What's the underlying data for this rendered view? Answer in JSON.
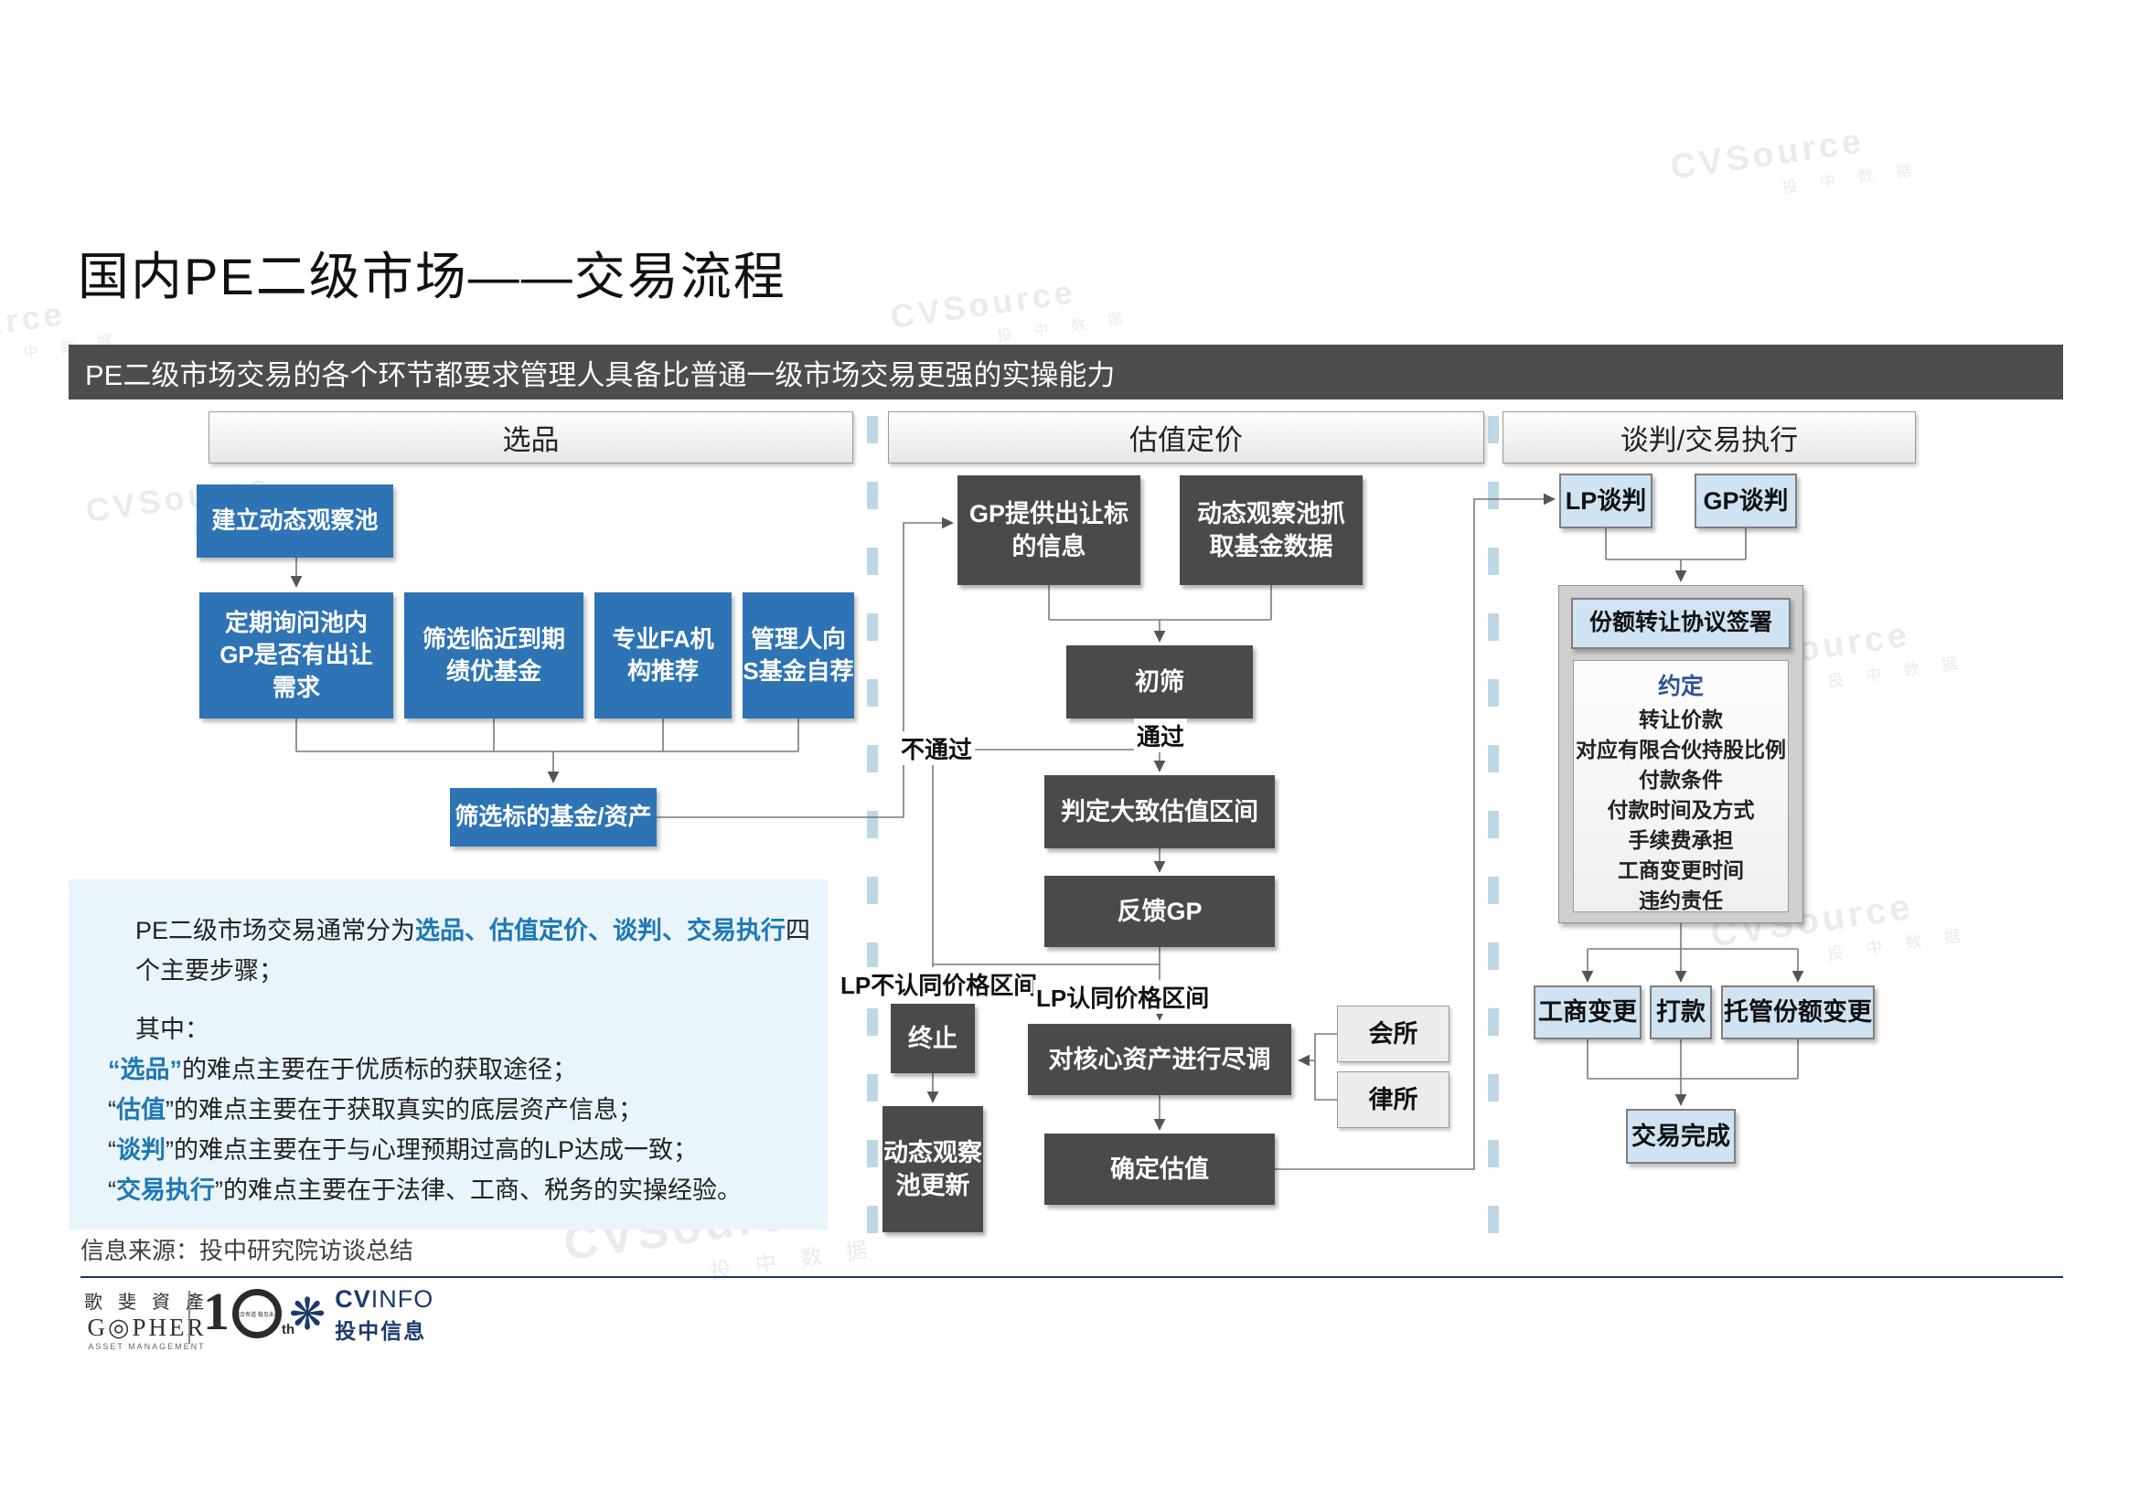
{
  "page": {
    "title": "国内PE二级市场——交易流程",
    "banner": "PE二级市场交易的各个环节都要求管理人具备比普通一级市场交易更强的实操能力",
    "source": "信息来源：投中研究院访谈总结"
  },
  "columns": [
    {
      "title": "选品"
    },
    {
      "title": "估值定价"
    },
    {
      "title": "谈判/交易执行"
    }
  ],
  "flow": {
    "c1": {
      "build_pool": "建立动态观察池",
      "ask_gp": "定期询问池内\nGP是否有出让\n需求",
      "screen_funds": "筛选临近到期\n绩优基金",
      "fa": "专业FA机\n构推荐",
      "self_rec": "管理人向\nS基金自荐",
      "target": "筛选标的基金/资产"
    },
    "c2": {
      "gp_info": "GP提供出让标\n的信息",
      "pool_grab": "动态观察池抓\n取基金数据",
      "first_screen": "初筛",
      "range": "判定大致估值区间",
      "feedback": "反馈GP",
      "terminate": "终止",
      "pool_update": "动态观察\n池更新",
      "dd": "对核心资产进行尽调",
      "acct": "会所",
      "law": "律所",
      "valuation": "确定估值"
    },
    "c3": {
      "lp": "LP谈判",
      "gp": "GP谈判",
      "agreement": "份额转让协议签署",
      "terms_title": "约定",
      "terms": [
        "转让价款",
        "对应有限合伙持股比例",
        "付款条件",
        "付款时间及方式",
        "手续费承担",
        "工商变更时间",
        "违约责任"
      ],
      "biz": "工商变更",
      "pay": "打款",
      "custody": "托管份额变更",
      "done": "交易完成"
    },
    "labels": {
      "pass": "通过",
      "fail": "不通过",
      "lp_no": "LP不认同价格区间",
      "lp_yes": "LP认同价格区间"
    }
  },
  "notes": {
    "b1_pre": "PE二级市场交易通常分为",
    "b1_em": "选品、估值定价、谈判、交易执行",
    "b1_post": "四个主要步骤；",
    "b2": "其中：",
    "items": [
      {
        "q1": "“",
        "term": "选品",
        "q2": "”",
        "rest": "的难点主要在于优质标的获取途径；"
      },
      {
        "q1": "“",
        "term": "估值",
        "q2": "”",
        "rest": "的难点主要在于获取真实的底层资产信息；"
      },
      {
        "q1": "“",
        "term": "谈判",
        "q2": "”",
        "rest": "的难点主要在于与心理预期过高的LP达成一致；"
      },
      {
        "q1": "“",
        "term": "交易执行",
        "q2": "”",
        "rest": "的难点主要在于法律、工商、税务的实操经验。"
      }
    ]
  },
  "watermark": {
    "en": "CVSource",
    "cn": "投 中 数 据"
  },
  "footer": {
    "gopher_cn": "歌 斐 資 產",
    "gopher_en": "G◎PHER",
    "gopher_sub": "ASSET  MANAGEMENT",
    "ten_digit": "1",
    "ten_suffix": "th",
    "ten_slogan": "组合有道 稳见未来",
    "cv_star": "❋",
    "cv_en_b": "CV",
    "cv_en": "INFO",
    "cv_cn": "投中信息"
  },
  "colors": {
    "accent_blue": "#2E74B5",
    "dark_box": "#4A4A4A",
    "light_blue_box": "#CFE3F3",
    "banner_bg": "#4D4D4D",
    "note_bg": "#E9F4FB",
    "terms_title_blue": "#2F5496",
    "note_em_blue": "#1F78B4",
    "footer_navy": "#17375E",
    "dash_blue": "#BDD7E7",
    "watermark_gray": "#DEDEDE"
  }
}
